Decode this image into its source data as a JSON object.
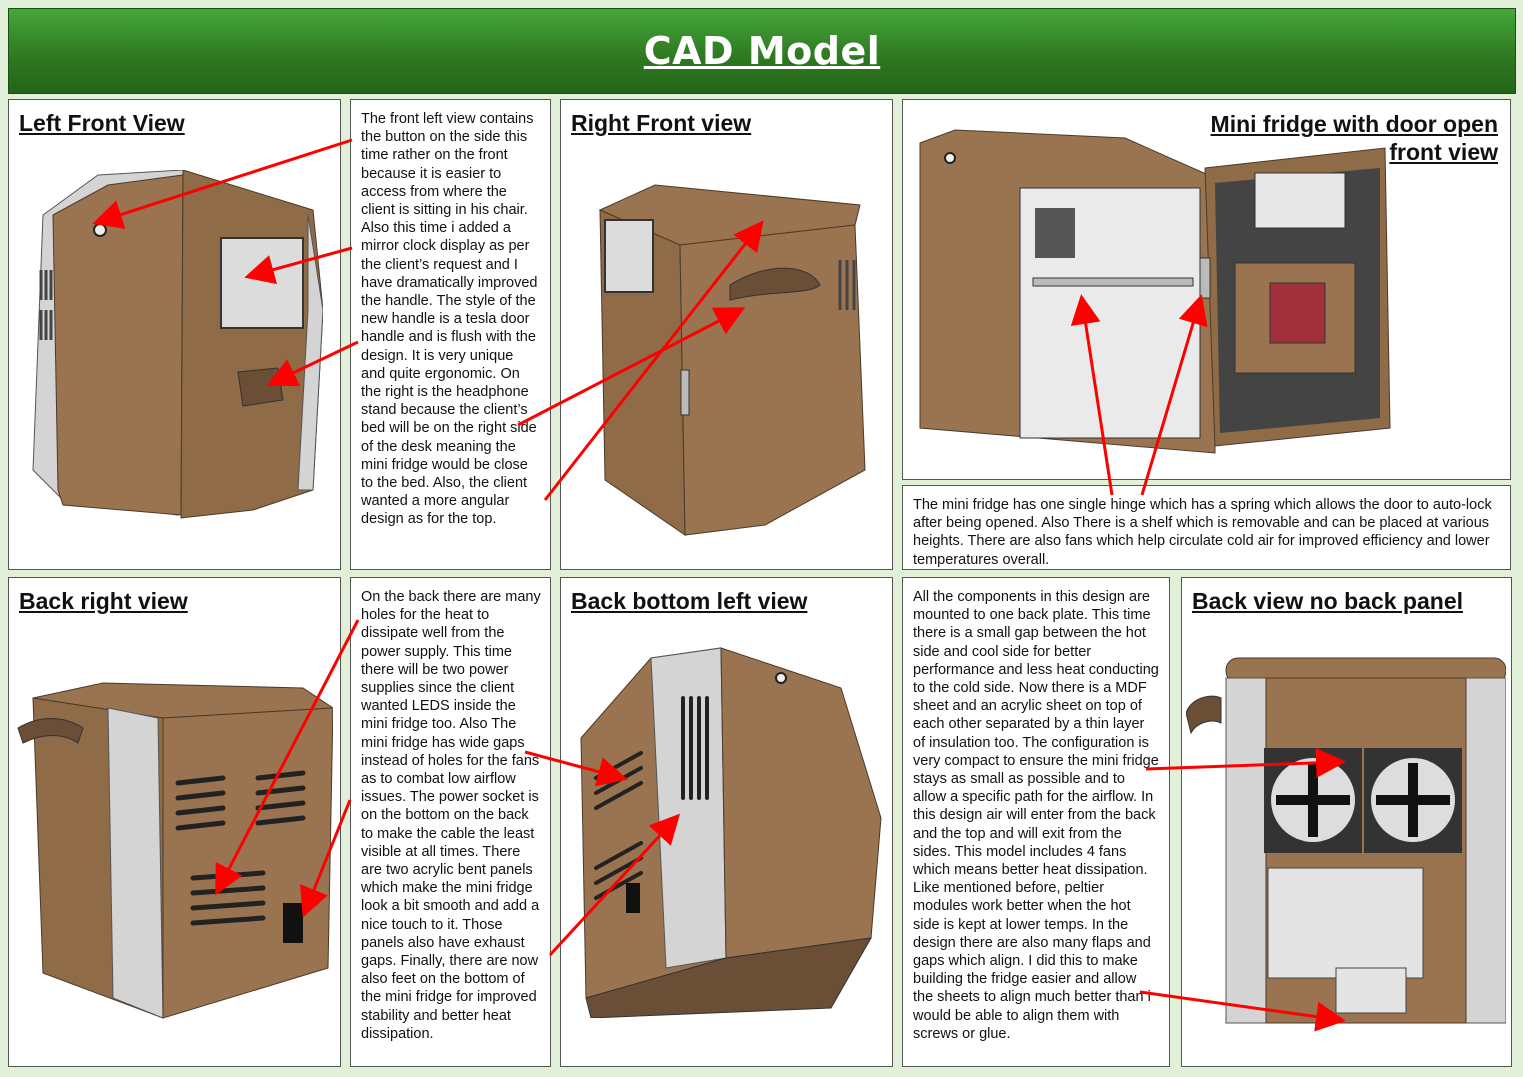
{
  "title": "CAD Model",
  "panels": {
    "left_front": {
      "title": "Left Front View"
    },
    "right_front": {
      "title": "Right Front view"
    },
    "door_open": {
      "title_line1": "Mini fridge with door open",
      "title_line2": "front view"
    },
    "back_right": {
      "title": "Back right view"
    },
    "back_bottom_left": {
      "title": "Back bottom left view"
    },
    "back_no_panel": {
      "title": "Back view no back panel"
    }
  },
  "texts": {
    "front_left_desc": "The front left view contains the button on the side this time rather on the front because it is easier to access from where the client is sitting in his chair. Also this time i added a mirror clock display as per the client’s request and I have dramatically improved the handle. The style of the new handle is a tesla door handle and is flush with the design. It is very unique and quite ergonomic. On the right is the headphone stand because the client’s bed will be on the right side of the desk meaning the mini fridge would be close to the bed. Also, the client wanted a more angular design as for the top.",
    "door_open_desc": "The mini fridge has one single hinge which has a spring which allows the door to auto-lock after being opened. Also There is a shelf which is removable and can be placed at various heights. There are also fans which help circulate cold air for improved efficiency and lower temperatures overall.",
    "back_desc": "On the back there are many holes for the heat to dissipate well from the power supply. This time there will be two power supplies since the client wanted LEDS inside the mini fridge too. Also The mini fridge has wide gaps instead of holes for the fans as to combat low airflow issues. The power socket is on the bottom on the back to make the cable the least visible at all times. There are two acrylic bent panels which make the mini fridge look a bit smooth and add a nice touch to it. Those panels also have exhaust gaps. Finally, there are now also feet on the bottom of the mini fridge for improved stability and better heat dissipation.",
    "components_desc": "All the components in this design are mounted to one back plate. This time there is a small gap between the hot side and cool side for better performance and less heat conducting to the cold side. Now there is a MDF sheet and an acrylic sheet on top of each other separated by a thin layer of insulation too. The configuration is very compact to ensure the mini fridge stays as small as possible and to allow a specific path for the airflow. In this design air will enter from the back and the top and will exit from the sides. This model includes 4 fans which means better heat dissipation. Like mentioned before, peltier modules work better when the hot side is kept at lower temps. In the design there are also many flaps and gaps which align. I did this to make building the fridge easier and allow the sheets to align much better than i would be able to align them with screws or glue."
  },
  "colors": {
    "banner": "#3a8f2c",
    "page_bg": "#e2f0d9",
    "mdf": "#9a7450",
    "acrylic": "#d8d8d8",
    "arrow": "#ff0000"
  }
}
